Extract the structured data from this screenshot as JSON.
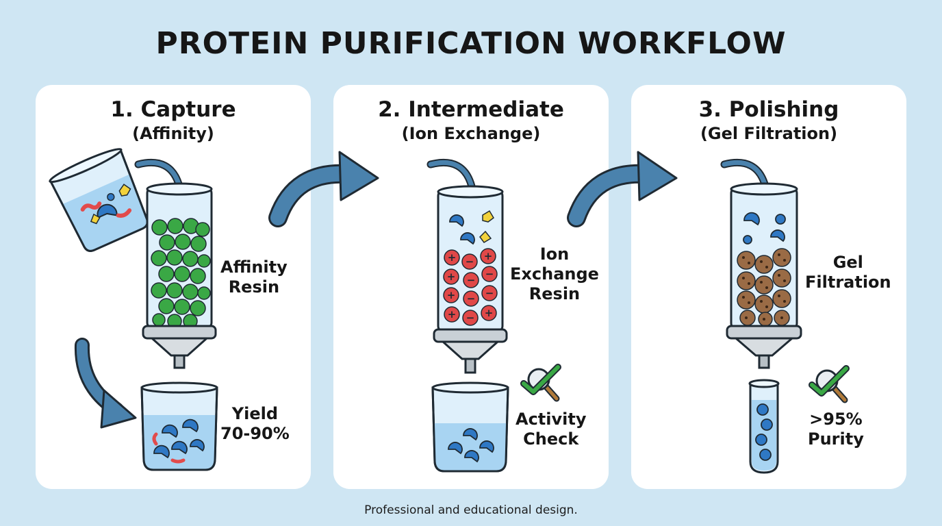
{
  "title": "PROTEIN PURIFICATION WORKFLOW",
  "steps": [
    {
      "title": "1. Capture",
      "subtitle": "(Affinity)",
      "column_label": [
        "Affinity",
        "Resin"
      ],
      "result_label": [
        "Yield",
        "70-90%"
      ]
    },
    {
      "title": "2. Intermediate",
      "subtitle": "(Ion Exchange)",
      "column_label": [
        "Ion",
        "Exchange",
        "Resin"
      ],
      "result_label": [
        "Activity",
        "Check"
      ]
    },
    {
      "title": "3. Polishing",
      "subtitle": "(Gel Filtration)",
      "column_label": [
        "Gel",
        "Filtration"
      ],
      "result_label": [
        ">95%",
        "Purity"
      ]
    }
  ],
  "footer": "Professional and educational design.",
  "colors": {
    "background": "#cfe6f3",
    "panel": "#ffffff",
    "arrow": "#4a82ad",
    "affinity_bead": "#3aa845",
    "ion_bead": "#e04848",
    "gel_bead": "#9a6b45",
    "protein_blue": "#2f78c4",
    "check_green": "#3aa845"
  }
}
